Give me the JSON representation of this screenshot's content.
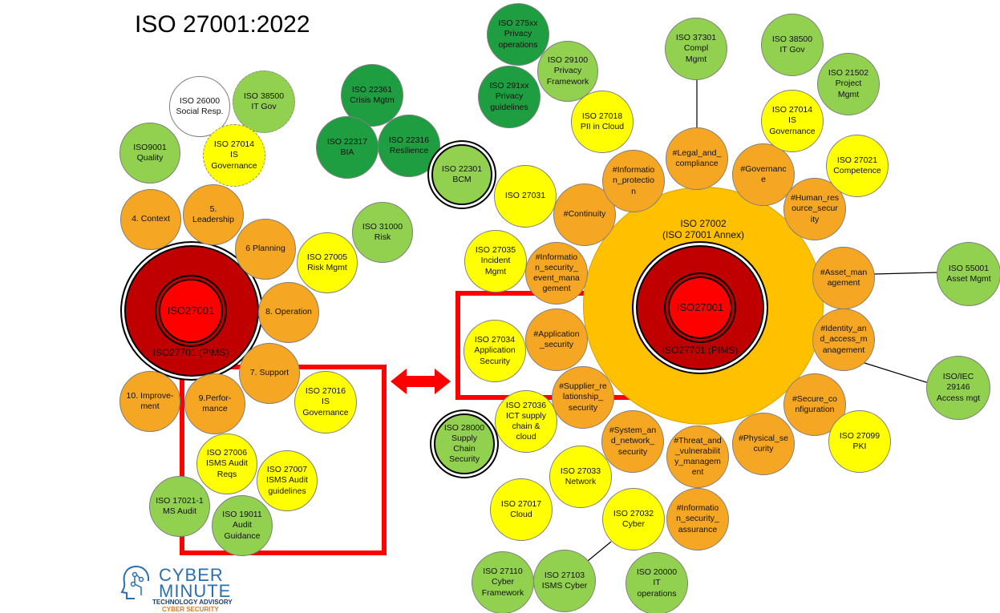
{
  "title": "ISO 27001:2022",
  "colors": {
    "orange": "#F5A623",
    "yellow": "#FFFF00",
    "light_green": "#92D050",
    "dark_green": "#1E9E40",
    "dark_red": "#C00000",
    "red": "#FF0000",
    "annex_orange": "#FFC000",
    "highlight_red": "#FF0000"
  },
  "left_cluster": {
    "core_main": "ISO27001",
    "core_outer": "ISO27701 (PIMS)"
  },
  "annex_cluster": {
    "title_line1": "ISO 27002",
    "title_line2": "(ISO 27001 Annex)",
    "core_main": "ISO27001",
    "core_outer": "ISO27701 (PIMS)"
  },
  "bubbles": [
    {
      "name": "iso-26000-bubble",
      "label": "ISO 26000\nSocial Resp.",
      "color": "white",
      "style": "plain"
    },
    {
      "name": "iso-38500-left-bubble",
      "label": "ISO 38500\nIT Gov",
      "color": "light_green",
      "style": "dashed"
    },
    {
      "name": "iso9001-bubble",
      "label": "ISO9001\nQuality",
      "color": "light_green",
      "style": "plain"
    },
    {
      "name": "iso-27014-left-bubble",
      "label": "ISO 27014\nIS\nGovernance",
      "color": "yellow",
      "style": "dashed"
    },
    {
      "name": "context-bubble",
      "label": "4. Context",
      "color": "orange",
      "style": "plain"
    },
    {
      "name": "leadership-bubble",
      "label": "5.\nLeadership",
      "color": "orange",
      "style": "plain"
    },
    {
      "name": "planning-bubble",
      "label": "6 Planning",
      "color": "orange",
      "style": "plain"
    },
    {
      "name": "iso-27005-bubble",
      "label": "ISO 27005\nRisk Mgmt",
      "color": "yellow",
      "style": "plain"
    },
    {
      "name": "iso-31000-bubble",
      "label": "ISO 31000\nRisk",
      "color": "light_green",
      "style": "plain"
    },
    {
      "name": "operation-bubble",
      "label": "8. Operation",
      "color": "orange",
      "style": "plain"
    },
    {
      "name": "support-bubble",
      "label": "7. Support",
      "color": "orange",
      "style": "plain"
    },
    {
      "name": "improvement-bubble",
      "label": "10. Improve-\nment",
      "color": "orange",
      "style": "plain"
    },
    {
      "name": "performance-bubble",
      "label": "9.Perfor-\nmance",
      "color": "orange",
      "style": "plain"
    },
    {
      "name": "iso-27016-bubble",
      "label": "ISO 27016\nIS\nGovernance",
      "color": "yellow",
      "style": "plain"
    },
    {
      "name": "iso-27006-bubble",
      "label": "ISO 27006\nISMS Audit\nReqs",
      "color": "yellow",
      "style": "plain"
    },
    {
      "name": "iso-27007-bubble",
      "label": "ISO 27007\nISMS Audit\nguidelines",
      "color": "yellow",
      "style": "plain"
    },
    {
      "name": "iso-17021-bubble",
      "label": "ISO 17021-1\nMS Audit",
      "color": "light_green",
      "style": "plain"
    },
    {
      "name": "iso-19011-bubble",
      "label": "ISO 19011\nAudit\nGuidance",
      "color": "light_green",
      "style": "plain"
    },
    {
      "name": "iso-22361-bubble",
      "label": "ISO 22361\nCrisis Mgtm",
      "color": "dark_green",
      "style": "plain"
    },
    {
      "name": "iso-22317-bubble",
      "label": "ISO 22317\nBIA",
      "color": "dark_green",
      "style": "plain"
    },
    {
      "name": "iso-22316-bubble",
      "label": "ISO 22316\nResilience",
      "color": "dark_green",
      "style": "plain"
    },
    {
      "name": "iso-22301-bubble",
      "label": "ISO 22301\nBCM",
      "color": "light_green",
      "style": "ring"
    },
    {
      "name": "iso-275xx-bubble",
      "label": "ISO 275xx\nPrivacy\noperations",
      "color": "dark_green",
      "style": "plain"
    },
    {
      "name": "iso-291xx-bubble",
      "label": "ISO 291xx\nPrivacy\nguidelines",
      "color": "dark_green",
      "style": "plain"
    },
    {
      "name": "iso-29100-bubble",
      "label": "ISO 29100\nPrivacy\nFramework",
      "color": "light_green",
      "style": "plain"
    },
    {
      "name": "iso-27018-bubble",
      "label": "ISO 27018\nPII in Cloud",
      "color": "yellow",
      "style": "plain"
    },
    {
      "name": "iso-27031-bubble",
      "label": "ISO 27031",
      "color": "yellow",
      "style": "plain"
    },
    {
      "name": "iso-27035-bubble",
      "label": "ISO 27035\nIncident\nMgmt",
      "color": "yellow",
      "style": "plain"
    },
    {
      "name": "iso-27034-bubble",
      "label": "ISO 27034\nApplication\nSecurity",
      "color": "yellow",
      "style": "plain"
    },
    {
      "name": "iso-27036-bubble",
      "label": "ISO 27036\nICT supply\nchain &\ncloud",
      "color": "yellow",
      "style": "plain"
    },
    {
      "name": "iso-28000-bubble",
      "label": "ISO 28000\nSupply\nChain\nSecurity",
      "color": "light_green",
      "style": "ring"
    },
    {
      "name": "iso-27033-bubble",
      "label": "ISO 27033\nNetwork",
      "color": "yellow",
      "style": "plain"
    },
    {
      "name": "iso-27017-bubble",
      "label": "ISO 27017\nCloud",
      "color": "yellow",
      "style": "plain"
    },
    {
      "name": "iso-27032-bubble",
      "label": "ISO 27032\nCyber",
      "color": "yellow",
      "style": "plain"
    },
    {
      "name": "iso-27110-bubble",
      "label": "ISO 27110\nCyber\nFramework",
      "color": "light_green",
      "style": "plain"
    },
    {
      "name": "iso-27103-bubble",
      "label": "ISO 27103\nISMS Cyber",
      "color": "light_green",
      "style": "plain"
    },
    {
      "name": "iso-20000-bubble",
      "label": "ISO 20000\nIT\noperations",
      "color": "light_green",
      "style": "plain"
    },
    {
      "name": "continuity-bubble",
      "label": "#Continuity",
      "color": "orange",
      "style": "plain"
    },
    {
      "name": "information-protection-bubble",
      "label": "#Informatio\nn_protectio\nn",
      "color": "orange",
      "style": "plain"
    },
    {
      "name": "legal-compliance-bubble",
      "label": "#Legal_and_\ncompliance",
      "color": "orange",
      "style": "plain"
    },
    {
      "name": "governance-tag-bubble",
      "label": "#Governanc\ne",
      "color": "orange",
      "style": "plain"
    },
    {
      "name": "human-resource-bubble",
      "label": "#Human_res\nource_secur\nity",
      "color": "orange",
      "style": "plain"
    },
    {
      "name": "event-management-bubble",
      "label": "#Informatio\nn_security_\nevent_mana\ngement",
      "color": "orange",
      "style": "plain"
    },
    {
      "name": "application-security-tag-bubble",
      "label": "#Application\n_security",
      "color": "orange",
      "style": "plain"
    },
    {
      "name": "supplier-relationship-bubble",
      "label": "#Supplier_re\nlationship_\nsecurity",
      "color": "orange",
      "style": "plain"
    },
    {
      "name": "asset-management-tag-bubble",
      "label": "#Asset_man\nagement",
      "color": "orange",
      "style": "plain"
    },
    {
      "name": "identity-access-bubble",
      "label": "#Identity_an\nd_access_m\nanagement",
      "color": "orange",
      "style": "plain"
    },
    {
      "name": "secure-configuration-bubble",
      "label": "#Secure_co\nnfiguration",
      "color": "orange",
      "style": "plain"
    },
    {
      "name": "physical-security-bubble",
      "label": "#Physical_se\ncurity",
      "color": "orange",
      "style": "plain"
    },
    {
      "name": "threat-vulnerability-bubble",
      "label": "#Threat_and\n_vulnerabilit\ny_managem\nent",
      "color": "orange",
      "style": "plain"
    },
    {
      "name": "system-network-bubble",
      "label": "#System_an\nd_network_\nsecurity",
      "color": "orange",
      "style": "plain"
    },
    {
      "name": "information-assurance-bubble",
      "label": "#Informatio\nn_security_\nassurance",
      "color": "orange",
      "style": "plain"
    },
    {
      "name": "iso-37301-bubble",
      "label": "ISO 37301\nCompl\nMgmt",
      "color": "light_green",
      "style": "plain"
    },
    {
      "name": "iso-38500-right-bubble",
      "label": "ISO 38500\nIT Gov",
      "color": "light_green",
      "style": "plain"
    },
    {
      "name": "iso-21502-bubble",
      "label": "ISO 21502\nProject\nMgmt",
      "color": "light_green",
      "style": "plain"
    },
    {
      "name": "iso-27014-right-bubble",
      "label": "ISO 27014\nIS\nGovernance",
      "color": "yellow",
      "style": "plain"
    },
    {
      "name": "iso-27021-bubble",
      "label": "ISO 27021\nCompetence",
      "color": "yellow",
      "style": "plain"
    },
    {
      "name": "iso-55001-bubble",
      "label": "ISO 55001\nAsset Mgmt",
      "color": "light_green",
      "style": "plain"
    },
    {
      "name": "iso-iec-29146-bubble",
      "label": "ISO/IEC\n29146\nAccess mgt",
      "color": "light_green",
      "style": "plain"
    },
    {
      "name": "iso-27099-bubble",
      "label": "ISO 27099\nPKI",
      "color": "yellow",
      "style": "plain"
    }
  ],
  "logo": {
    "line1": "CYBER",
    "line2": "MINUTE",
    "line3": "TECHNOLOGY ADVISORY",
    "line4": "CYBER SECURITY"
  }
}
